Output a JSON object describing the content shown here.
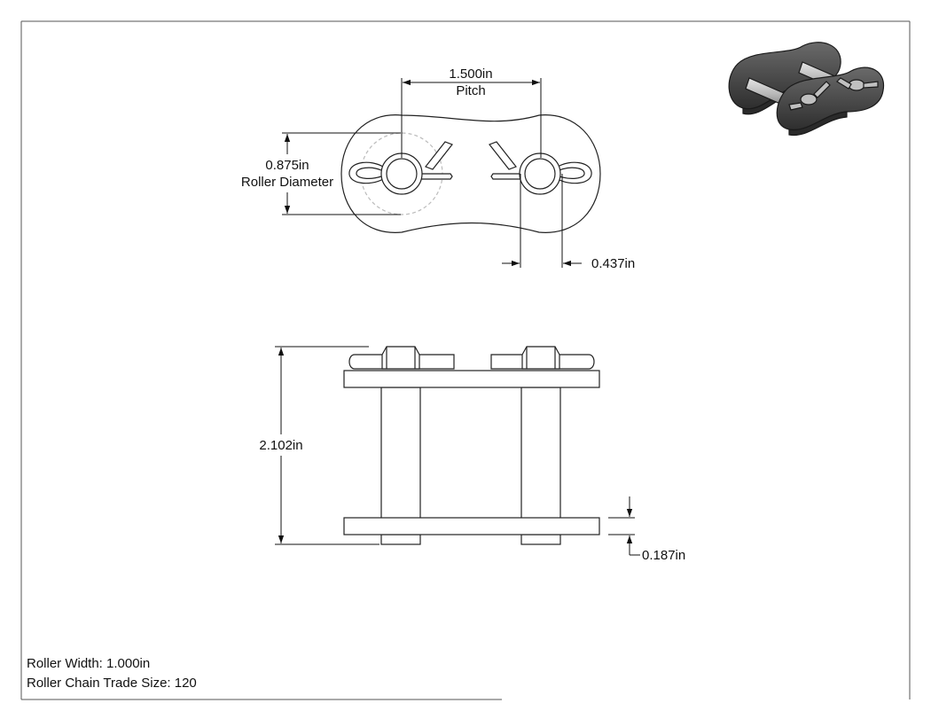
{
  "dimensions": {
    "pitch": {
      "value": "1.500in",
      "label": "Pitch"
    },
    "roller_diameter": {
      "value": "0.875in",
      "label": "Roller Diameter"
    },
    "pin_diameter": {
      "value": "0.437in"
    },
    "overall_width": {
      "value": "2.102in"
    },
    "plate_thickness": {
      "value": "0.187in"
    }
  },
  "notes": {
    "roller_width": "Roller Width: 1.000in",
    "trade_size": "Roller Chain Trade Size: 120"
  },
  "colors": {
    "line": "#222222",
    "plate_fill": "#ffffff",
    "render_plate": "#4a4a4a",
    "render_pin": "#c8c8c8"
  }
}
